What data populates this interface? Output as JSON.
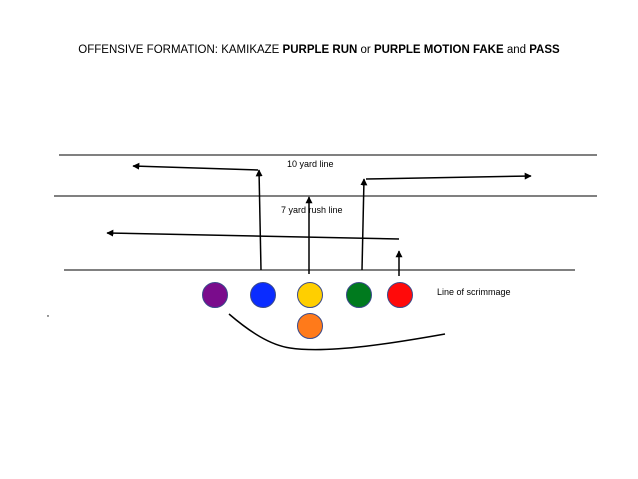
{
  "title": {
    "prefix": "OFFENSIVE FORMATION: KAMIKAZE ",
    "bold1": "PURPLE RUN",
    "or": " or ",
    "bold2": "PURPLE MOTION FAKE",
    "and": " and ",
    "bold3": "PASS"
  },
  "labels": {
    "ten_yard": "10 yard line",
    "seven_yard": "7 yard rush line",
    "scrimmage": "Line of scrimmage"
  },
  "players": [
    {
      "id": "purple",
      "color": "#7a0c8c"
    },
    {
      "id": "blue",
      "color": "#0a2cff"
    },
    {
      "id": "yellow",
      "color": "#ffcf00"
    },
    {
      "id": "green",
      "color": "#007a1e"
    },
    {
      "id": "red",
      "color": "#ff0a0a"
    },
    {
      "id": "orange",
      "color": "#ff7a1a"
    }
  ],
  "colors": {
    "line": "#000000",
    "player_outline": "#3a4a8a"
  }
}
